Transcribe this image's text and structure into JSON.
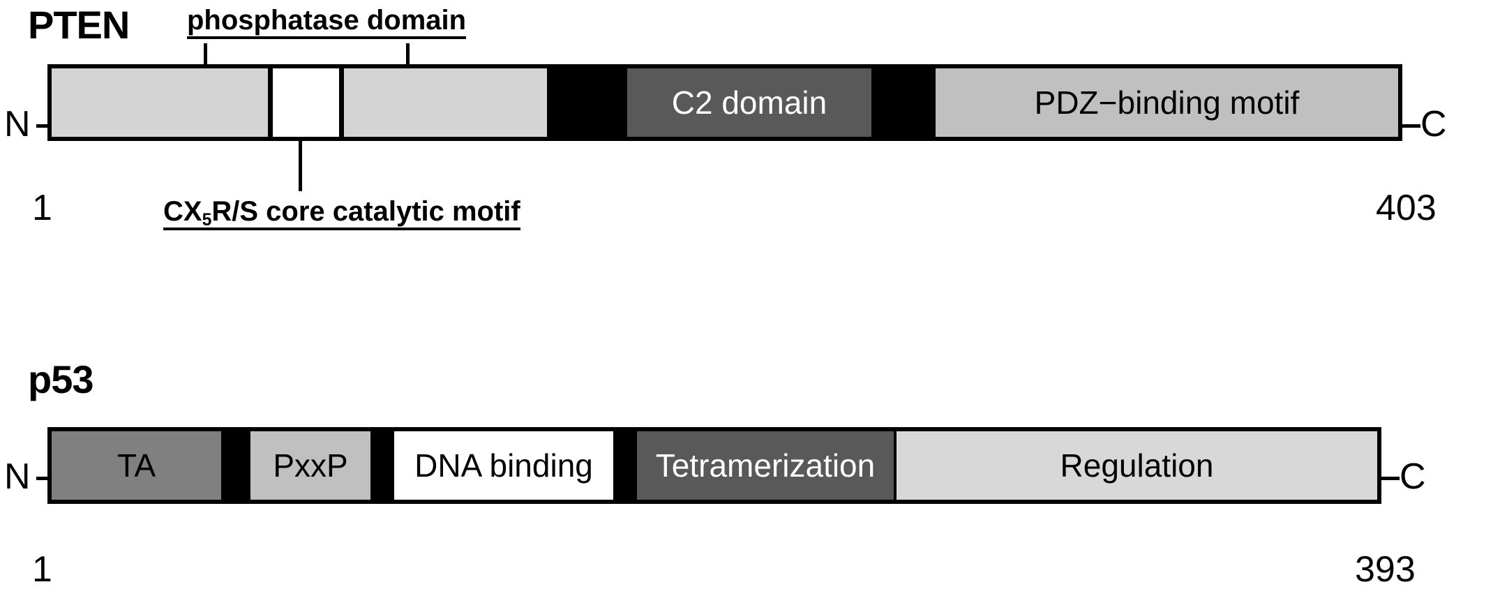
{
  "figure": {
    "type": "protein-domain-diagram",
    "background": "#ffffff"
  },
  "colors": {
    "black": "#000000",
    "white": "#ffffff",
    "light_gray": "#d4d4d4",
    "pdz_gray": "#c0c0c0",
    "mid_gray": "#808080",
    "pxxp_gray": "#c0c0c0",
    "dark_gray": "#595959",
    "regulation_gray": "#d8d8d8"
  },
  "proteins": [
    {
      "id": "pten",
      "name": "PTEN",
      "n_terminus": "N",
      "c_terminus": "C",
      "start_residue": "1",
      "end_residue": "403",
      "annotations": [
        {
          "id": "phosphatase-domain",
          "text": "phosphatase domain",
          "underlined": true,
          "leaders": 2
        },
        {
          "id": "core-catalytic-motif",
          "text_before": "CX",
          "subscript": "5",
          "text_after": "R/S core catalytic motif",
          "underlined": true,
          "leaders": 1
        }
      ],
      "segments": [
        {
          "id": "phosphatase-a",
          "label": "",
          "fill": "#d4d4d4",
          "text_color": "#000000"
        },
        {
          "id": "cx5rs-motif",
          "label": "",
          "fill": "#ffffff",
          "text_color": "#000000"
        },
        {
          "id": "phosphatase-b",
          "label": "",
          "fill": "#d4d4d4",
          "text_color": "#000000"
        },
        {
          "id": "linker-1",
          "label": "",
          "fill": "#000000",
          "text_color": "#ffffff"
        },
        {
          "id": "c2-domain",
          "label": "C2 domain",
          "fill": "#595959",
          "text_color": "#ffffff"
        },
        {
          "id": "linker-2",
          "label": "",
          "fill": "#000000",
          "text_color": "#ffffff"
        },
        {
          "id": "pdz-binding-motif",
          "label": "PDZ−binding motif",
          "fill": "#c0c0c0",
          "text_color": "#000000"
        }
      ]
    },
    {
      "id": "p53",
      "name": "p53",
      "n_terminus": "N",
      "c_terminus": "C",
      "start_residue": "1",
      "end_residue": "393",
      "annotations": [],
      "segments": [
        {
          "id": "ta",
          "label": "TA",
          "fill": "#808080",
          "text_color": "#000000"
        },
        {
          "id": "gap-1",
          "label": "",
          "fill": "#000000",
          "text_color": "#ffffff"
        },
        {
          "id": "pxxp",
          "label": "PxxP",
          "fill": "#c0c0c0",
          "text_color": "#000000"
        },
        {
          "id": "gap-2",
          "label": "",
          "fill": "#000000",
          "text_color": "#ffffff"
        },
        {
          "id": "dna-binding",
          "label": "DNA binding",
          "fill": "#ffffff",
          "text_color": "#000000"
        },
        {
          "id": "gap-3",
          "label": "",
          "fill": "#000000",
          "text_color": "#ffffff"
        },
        {
          "id": "tetramerization",
          "label": "Tetramerization",
          "fill": "#595959",
          "text_color": "#ffffff"
        },
        {
          "id": "regulation",
          "label": "Regulation",
          "fill": "#d8d8d8",
          "text_color": "#000000"
        }
      ]
    }
  ]
}
